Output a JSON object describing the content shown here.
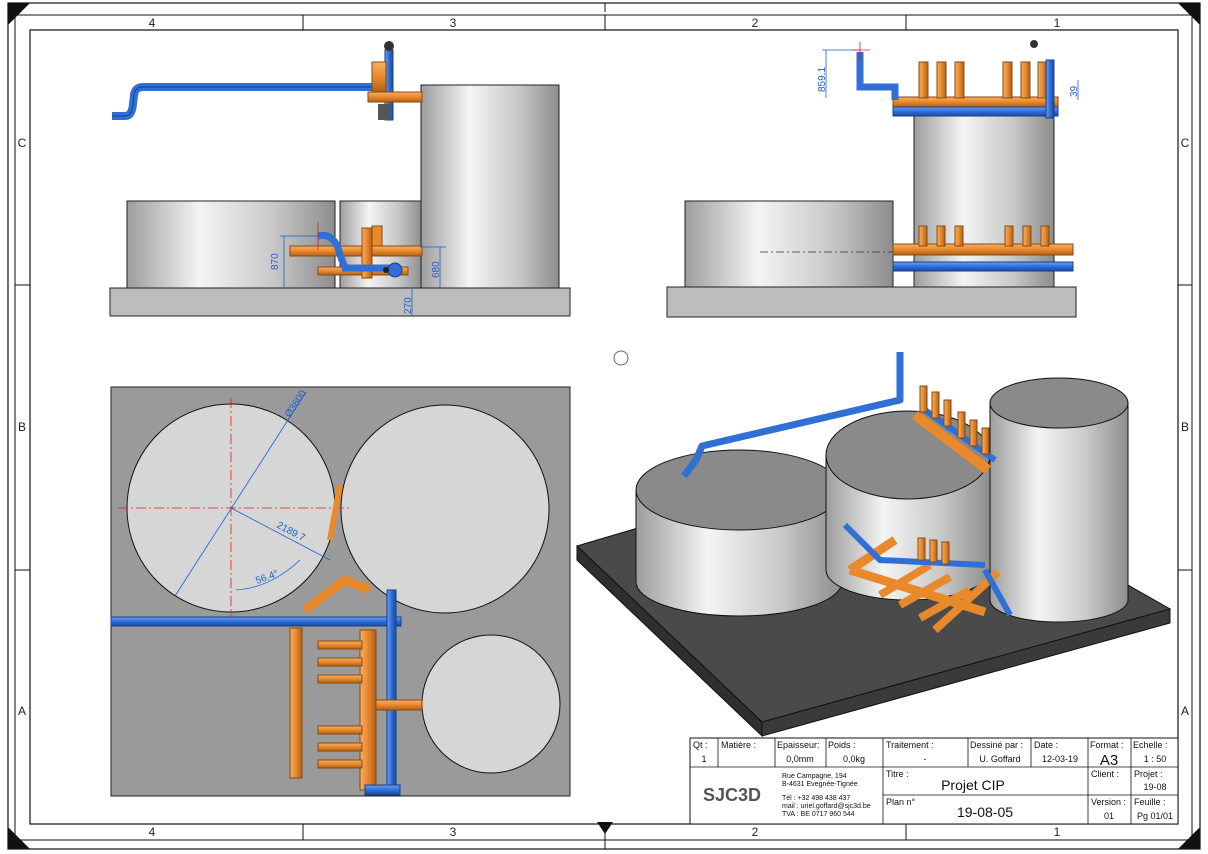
{
  "zones": {
    "columns": [
      "4",
      "3",
      "2",
      "1"
    ],
    "rows": [
      "C",
      "B",
      "A"
    ]
  },
  "dimensions": {
    "front_pipe_height": "870",
    "front_tank_height": "680",
    "front_base_height": "270",
    "side_riser_height": "859.1",
    "side_manifold_offset": "39",
    "plan_diameter": "Ø3600",
    "plan_distance": "2189.7",
    "plan_angle": "56.4°"
  },
  "title_block": {
    "qt_label": "Qt :",
    "qt_value": "1",
    "matiere_label": "Matière :",
    "matiere_value": "",
    "epaisseur_label": "Epaisseur:",
    "epaisseur_value": "0,0mm",
    "poids_label": "Poids :",
    "poids_value": "0,0kg",
    "traitement_label": "Traitement :",
    "traitement_value": "-",
    "dessine_label": "Dessiné par :",
    "dessine_value": "U. Goffard",
    "date_label": "Date :",
    "date_value": "12-03-19",
    "format_label": "Format :",
    "format_value": "A3",
    "echelle_label": "Echelle :",
    "echelle_value": "1 : 50",
    "titre_label": "Titre :",
    "titre_value": "Projet CIP",
    "client_label": "Client :",
    "client_value": "",
    "projet_label": "Projet :",
    "projet_value": "19-08",
    "plan_label": "Plan n°",
    "plan_value": "19-08-05",
    "version_label": "Version :",
    "version_value": "01",
    "feuille_label": "Feuille :",
    "feuille_value": "Pg  01/01",
    "logo_text": "SJC3D",
    "address1": "Rue Campagne, 194",
    "address2": "B-4631 Evegnée-Tignée",
    "tel": "Tél : +32 498 438 437",
    "mail": "mail : uriel.goffard@sjc3d.be",
    "tva": "TVA : BE 0717 960 544"
  },
  "colors": {
    "pipe_blue": "#2f6fd6",
    "pipe_orange": "#e8892c",
    "base_grey": "#b9b9b9",
    "plan_bg": "#9a9a9a",
    "dim_blue": "#1a5fd0",
    "axis_red": "#e21b1b"
  }
}
